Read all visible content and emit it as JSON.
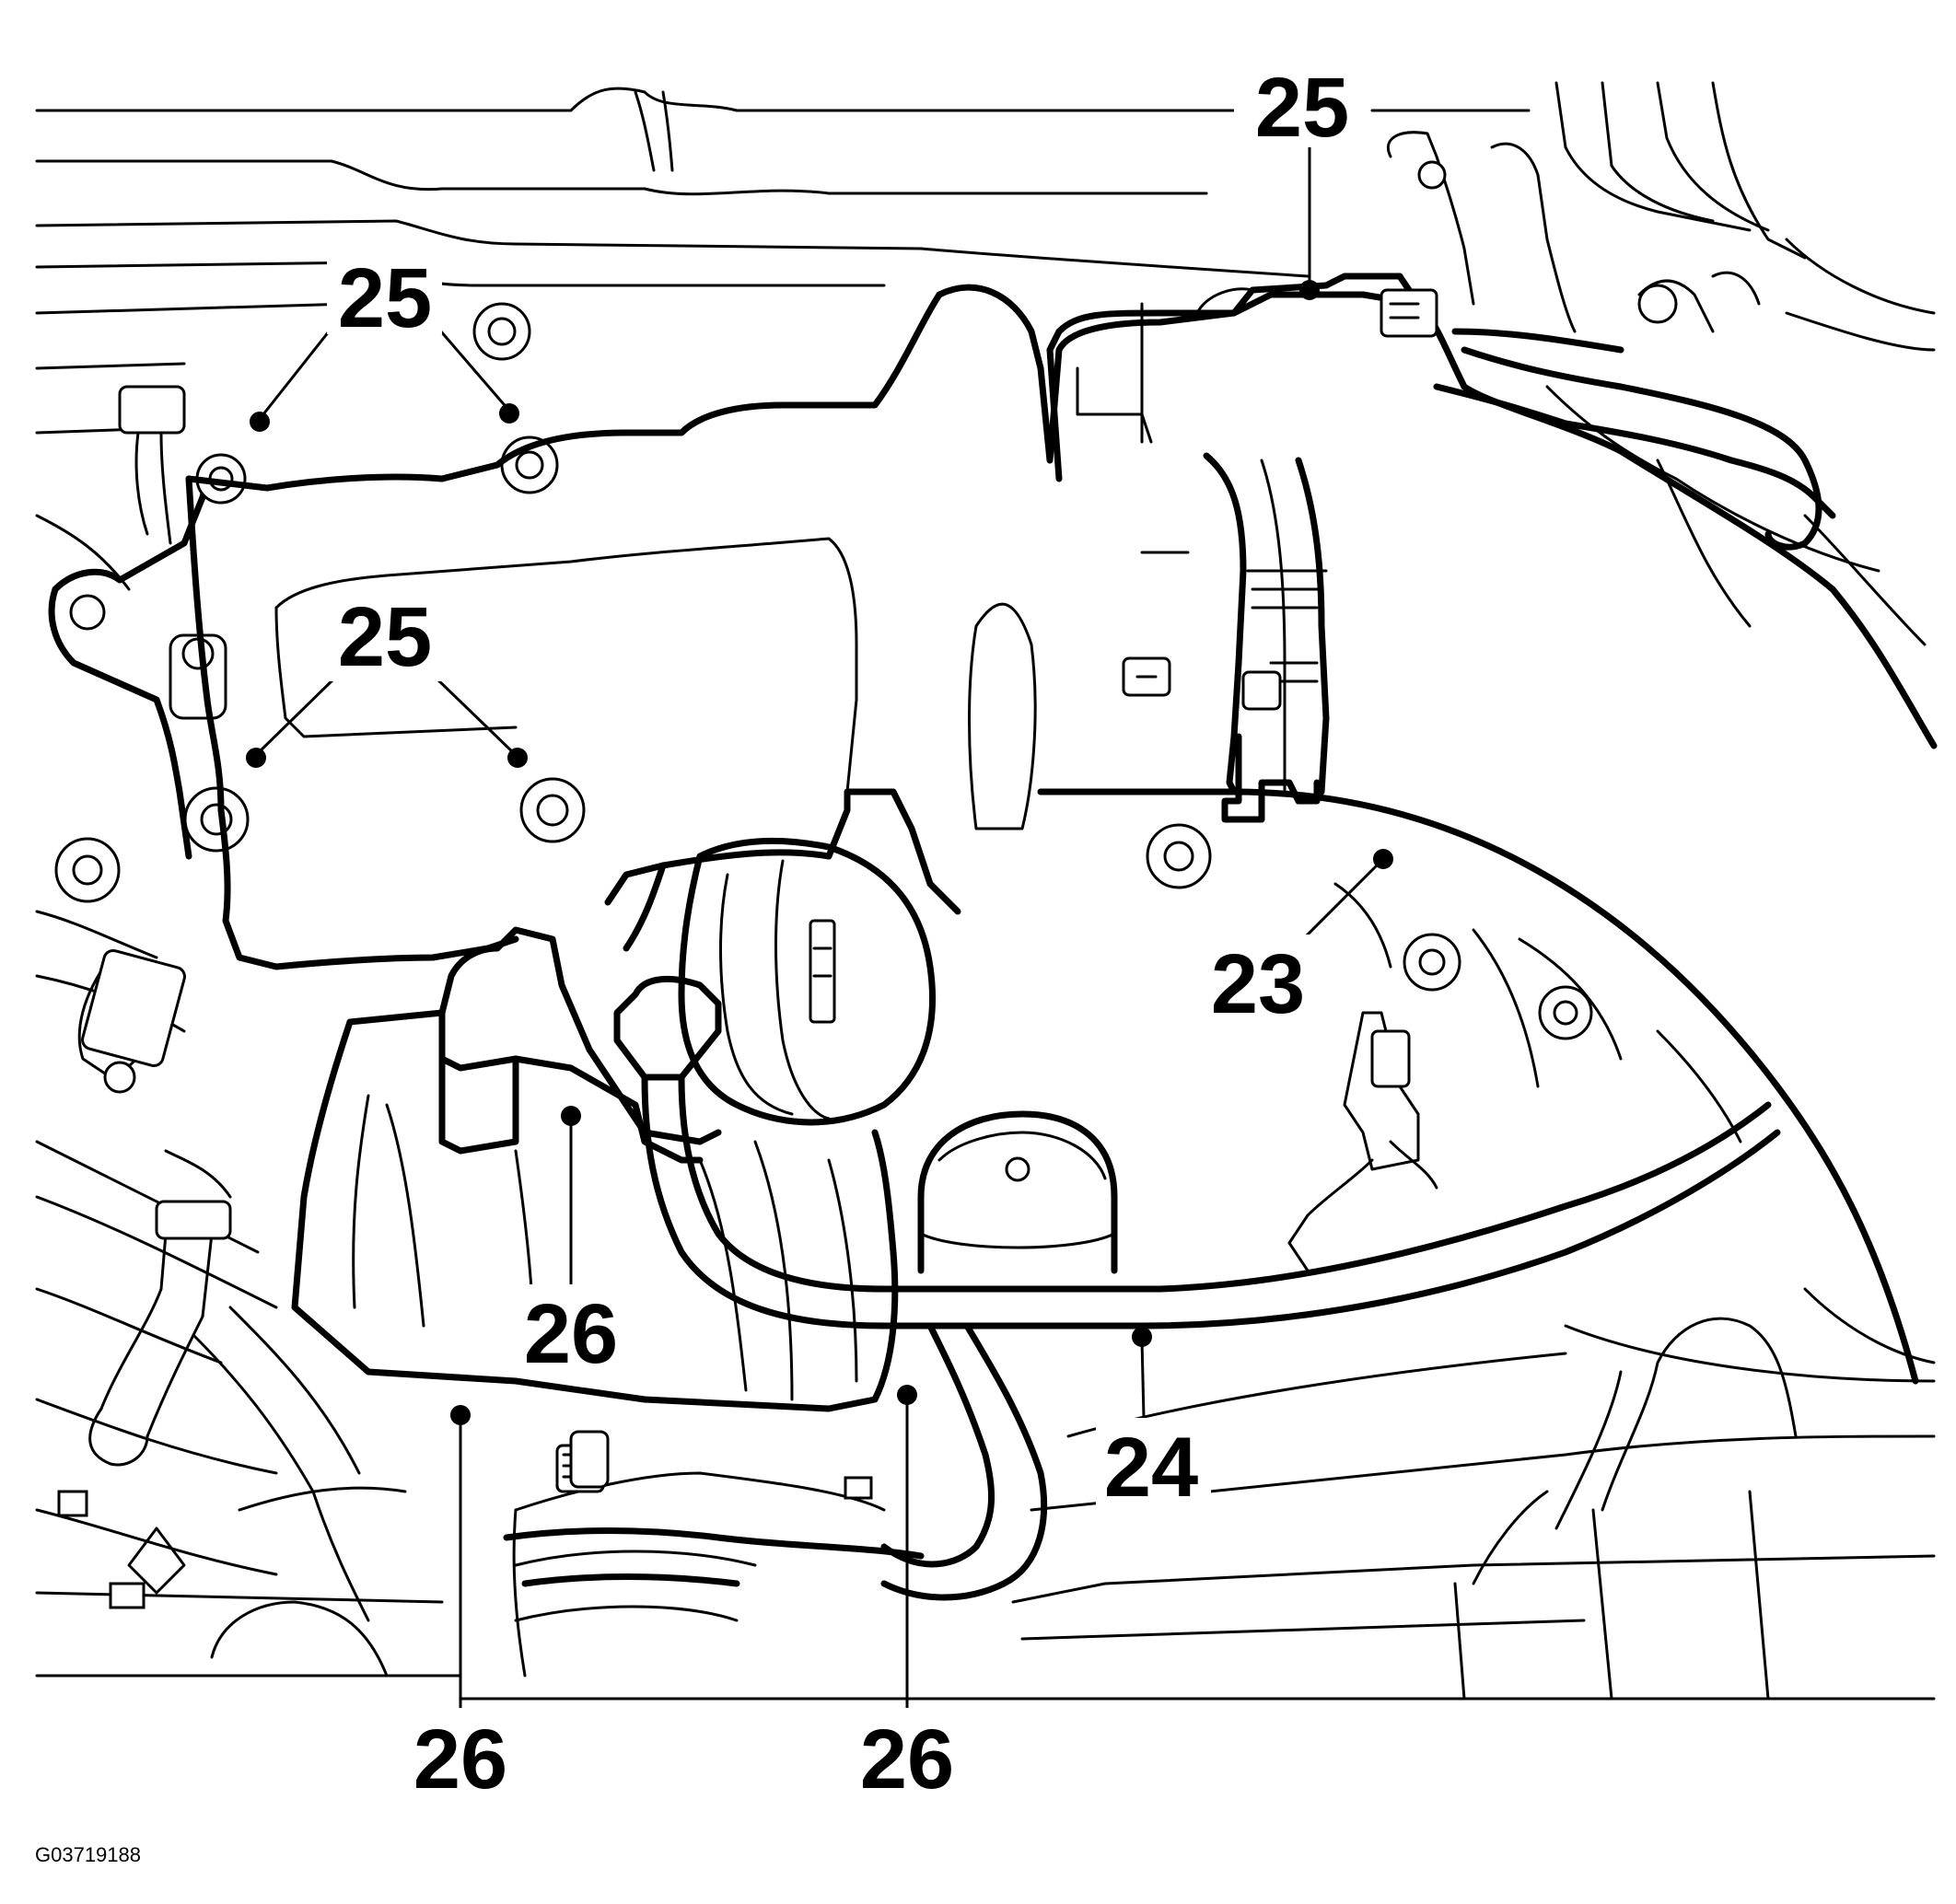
{
  "figure": {
    "id_label": "G03719188",
    "callouts": [
      {
        "key": "top_right",
        "text": "25"
      },
      {
        "key": "upper_left",
        "text": "25"
      },
      {
        "key": "middle_left",
        "text": "25"
      },
      {
        "key": "right",
        "text": "23"
      },
      {
        "key": "lower_right",
        "text": "24"
      },
      {
        "key": "center",
        "text": "26"
      },
      {
        "key": "bottom_left",
        "text": "26"
      },
      {
        "key": "bottom_center",
        "text": "26"
      }
    ]
  }
}
